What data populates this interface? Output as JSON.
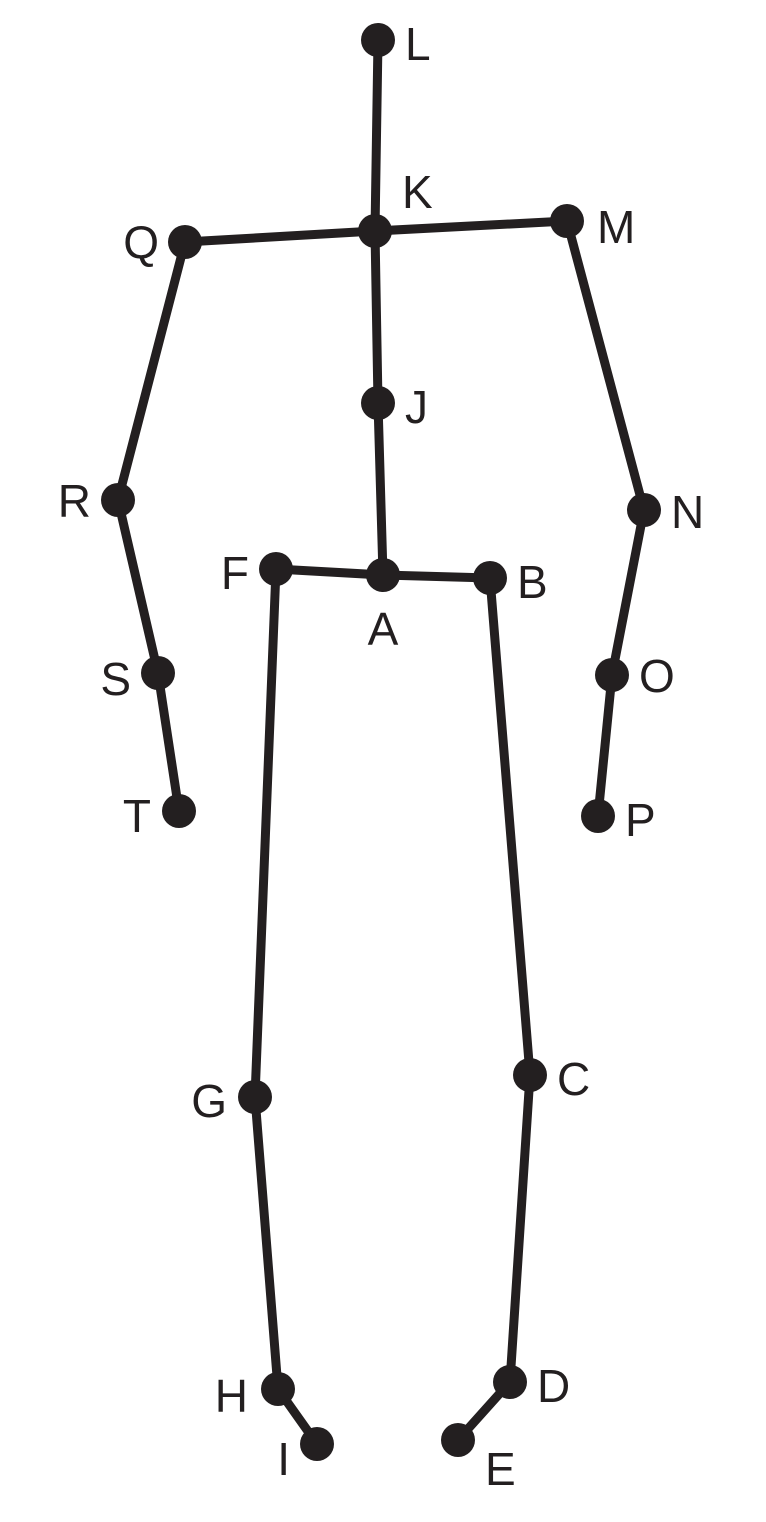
{
  "diagram": {
    "colors": {
      "ink": "#231f20",
      "background": "#ffffff"
    },
    "joints": [
      {
        "id": "A",
        "label": "A"
      },
      {
        "id": "B",
        "label": "B"
      },
      {
        "id": "C",
        "label": "C"
      },
      {
        "id": "D",
        "label": "D"
      },
      {
        "id": "E",
        "label": "E"
      },
      {
        "id": "F",
        "label": "F"
      },
      {
        "id": "G",
        "label": "G"
      },
      {
        "id": "H",
        "label": "H"
      },
      {
        "id": "I",
        "label": "I"
      },
      {
        "id": "J",
        "label": "J"
      },
      {
        "id": "K",
        "label": "K"
      },
      {
        "id": "L",
        "label": "L"
      },
      {
        "id": "M",
        "label": "M"
      },
      {
        "id": "N",
        "label": "N"
      },
      {
        "id": "O",
        "label": "O"
      },
      {
        "id": "P",
        "label": "P"
      },
      {
        "id": "Q",
        "label": "Q"
      },
      {
        "id": "R",
        "label": "R"
      },
      {
        "id": "S",
        "label": "S"
      },
      {
        "id": "T",
        "label": "T"
      }
    ],
    "bones": [
      [
        "L",
        "K"
      ],
      [
        "K",
        "J"
      ],
      [
        "J",
        "A"
      ],
      [
        "K",
        "Q"
      ],
      [
        "K",
        "M"
      ],
      [
        "Q",
        "R"
      ],
      [
        "R",
        "S"
      ],
      [
        "S",
        "T"
      ],
      [
        "M",
        "N"
      ],
      [
        "N",
        "O"
      ],
      [
        "O",
        "P"
      ],
      [
        "A",
        "F"
      ],
      [
        "A",
        "B"
      ],
      [
        "F",
        "G"
      ],
      [
        "G",
        "H"
      ],
      [
        "H",
        "I"
      ],
      [
        "B",
        "C"
      ],
      [
        "C",
        "D"
      ],
      [
        "D",
        "E"
      ]
    ]
  }
}
